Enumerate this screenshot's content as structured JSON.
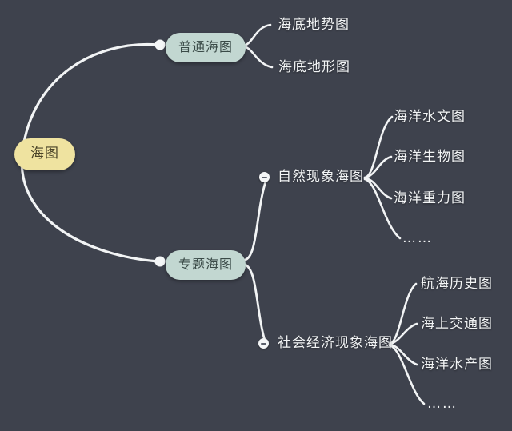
{
  "diagram": {
    "type": "mindmap",
    "title": "海图",
    "background_color": "#3e424d",
    "edge_color": "#f2f4f5",
    "root": {
      "label": "海图",
      "fill": "#efe3a0",
      "text_color": "#4a4428"
    },
    "branches": [
      {
        "label": "普通海图",
        "fill": "#c2d7d1",
        "text_color": "#3a4a47",
        "children": [
          {
            "label": "海底地势图"
          },
          {
            "label": "海底地形图"
          }
        ]
      },
      {
        "label": "专题海图",
        "fill": "#c2d7d1",
        "text_color": "#3a4a47",
        "children": [
          {
            "label": "自然现象海图",
            "children": [
              {
                "label": "海洋水文图"
              },
              {
                "label": "海洋生物图"
              },
              {
                "label": "海洋重力图"
              },
              {
                "label": "……"
              }
            ]
          },
          {
            "label": "社会经济现象海图",
            "children": [
              {
                "label": "航海历史图"
              },
              {
                "label": "海上交通图"
              },
              {
                "label": "海洋水产图"
              },
              {
                "label": "……"
              }
            ]
          }
        ]
      }
    ]
  }
}
